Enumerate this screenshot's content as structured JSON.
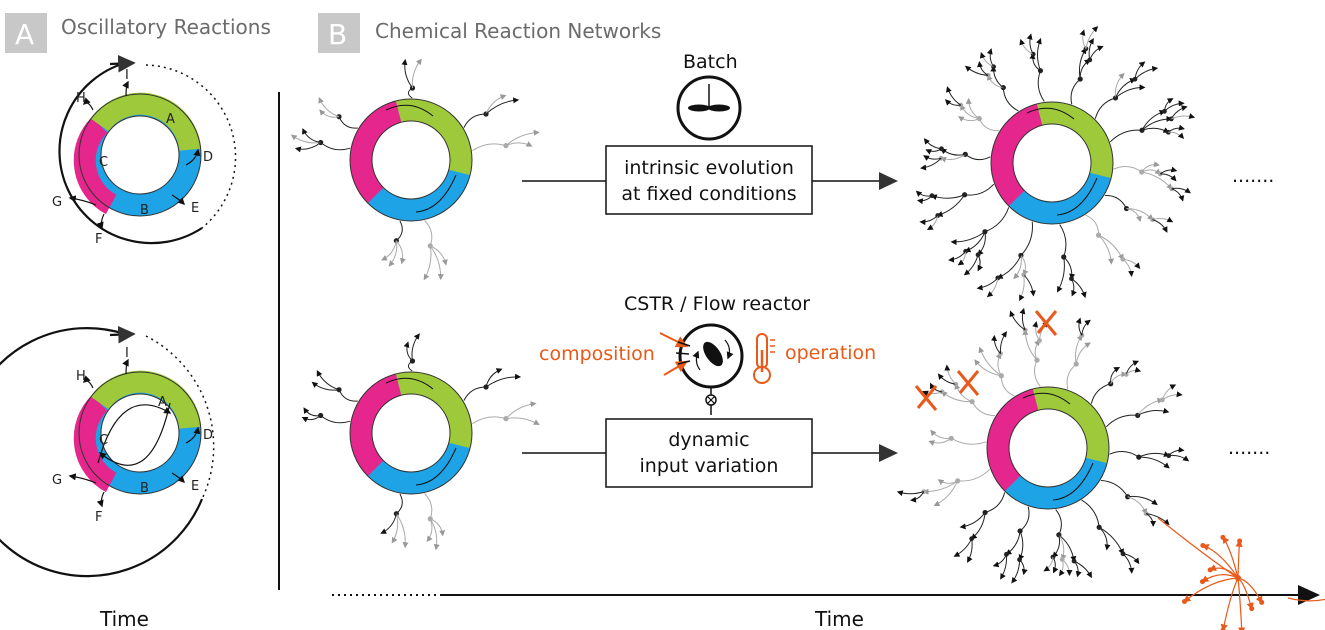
{
  "panel_a": {
    "letter": "A",
    "title": "Oscillatory Reactions",
    "labels": {
      "a": "A",
      "b": "B",
      "c": "C",
      "d": "D",
      "e": "E",
      "f": "F",
      "g": "G",
      "h": "H",
      "i": "I"
    },
    "time": "Time"
  },
  "panel_b": {
    "letter": "B",
    "title": "Chemical Reaction Networks",
    "time": "Time"
  },
  "batch": {
    "title": "Batch",
    "box_line1": "intrinsic evolution",
    "box_line2": "at fixed conditions",
    "ellipsis": "......."
  },
  "flow": {
    "title": "CSTR / Flow reactor",
    "left_label": "composition",
    "right_label": "operation",
    "box_line1": "dynamic",
    "box_line2": "input variation",
    "ellipsis": "......."
  },
  "colors": {
    "magenta": "#e5268c",
    "green": "#9dc93b",
    "blue": "#1ea4e6",
    "orange": "#e8591a",
    "gray": "#c8c8c8"
  }
}
